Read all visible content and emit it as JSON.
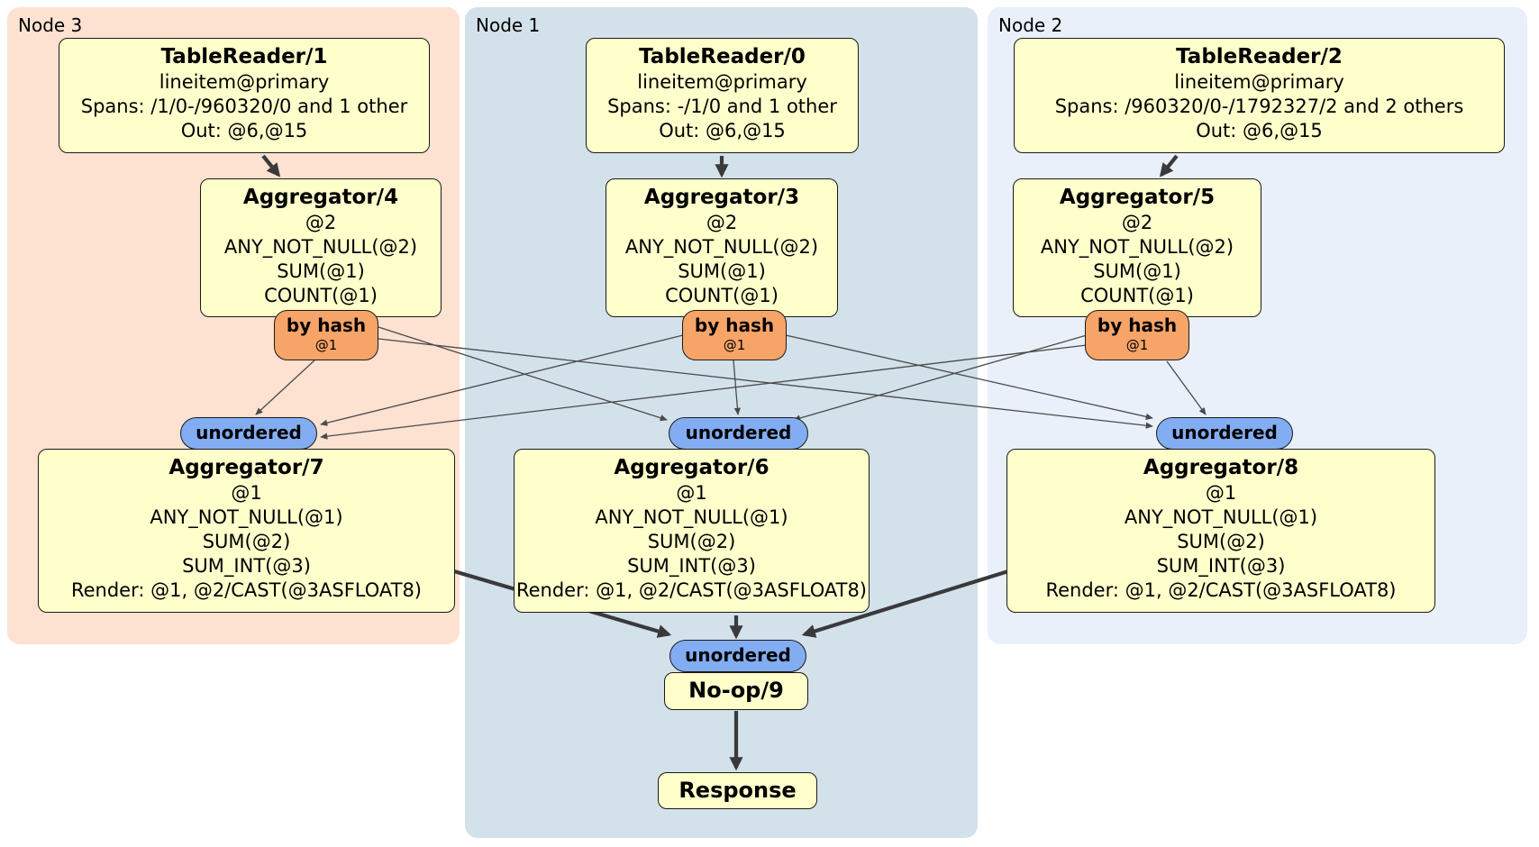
{
  "regions": [
    {
      "label": "Node 3"
    },
    {
      "label": "Node 1"
    },
    {
      "label": "Node 2"
    }
  ],
  "processors": {
    "tr1": {
      "title": "TableReader/1",
      "lines": [
        "lineitem@primary",
        "Spans: /1/0-/960320/0 and 1 other",
        "Out: @6,@15"
      ]
    },
    "tr0": {
      "title": "TableReader/0",
      "lines": [
        "lineitem@primary",
        "Spans: -/1/0 and 1 other",
        "Out: @6,@15"
      ]
    },
    "tr2": {
      "title": "TableReader/2",
      "lines": [
        "lineitem@primary",
        "Spans: /960320/0-/1792327/2 and 2 others",
        "Out: @6,@15"
      ]
    },
    "agg4": {
      "title": "Aggregator/4",
      "lines": [
        "@2",
        "ANY_NOT_NULL(@2)",
        "SUM(@1)",
        "COUNT(@1)"
      ]
    },
    "agg3": {
      "title": "Aggregator/3",
      "lines": [
        "@2",
        "ANY_NOT_NULL(@2)",
        "SUM(@1)",
        "COUNT(@1)"
      ]
    },
    "agg5": {
      "title": "Aggregator/5",
      "lines": [
        "@2",
        "ANY_NOT_NULL(@2)",
        "SUM(@1)",
        "COUNT(@1)"
      ]
    },
    "agg7": {
      "title": "Aggregator/7",
      "lines": [
        "@1",
        "ANY_NOT_NULL(@1)",
        "SUM(@2)",
        "SUM_INT(@3)",
        "Render: @1, @2/CAST(@3ASFLOAT8)"
      ]
    },
    "agg6": {
      "title": "Aggregator/6",
      "lines": [
        "@1",
        "ANY_NOT_NULL(@1)",
        "SUM(@2)",
        "SUM_INT(@3)",
        "Render: @1, @2/CAST(@3ASFLOAT8)"
      ]
    },
    "agg8": {
      "title": "Aggregator/8",
      "lines": [
        "@1",
        "ANY_NOT_NULL(@1)",
        "SUM(@2)",
        "SUM_INT(@3)",
        "Render: @1, @2/CAST(@3ASFLOAT8)"
      ]
    }
  },
  "router": {
    "label": "by hash",
    "detail": "@1"
  },
  "sync": {
    "label": "unordered"
  },
  "noop": {
    "title": "No-op/9"
  },
  "response": {
    "title": "Response"
  },
  "colors": {
    "node3_bg": "#fde1d1",
    "node1_bg": "#d3e1eb",
    "node2_bg": "#e9f0fa",
    "processor_bg": "#ffffcc",
    "router_bg": "#f6a468",
    "sync_bg": "#82adf2"
  }
}
